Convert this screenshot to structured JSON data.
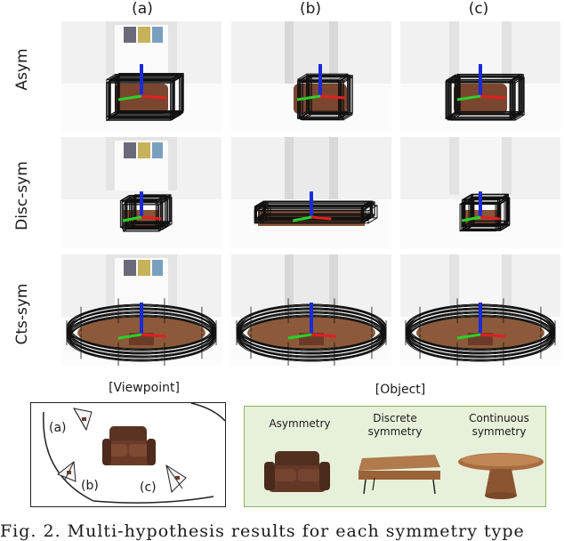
{
  "columns": [
    "(a)",
    "(b)",
    "(c)"
  ],
  "rows": [
    "Asym",
    "Disc-sym",
    "Cts-sym"
  ],
  "viewpoint": {
    "title": "[Viewpoint]",
    "labels": [
      "(a)",
      "(b)",
      "(c)"
    ]
  },
  "object": {
    "title": "[Object]",
    "items": [
      {
        "label": "Asymmetry"
      },
      {
        "label": "Discrete\nsymmetry"
      },
      {
        "label": "Continuous\nsymmetry"
      }
    ],
    "panel_bg": "#e7f0da",
    "panel_border": "#8cb06a"
  },
  "caption": "Fig. 2.    Multi-hypothesis results for each symmetry type"
}
